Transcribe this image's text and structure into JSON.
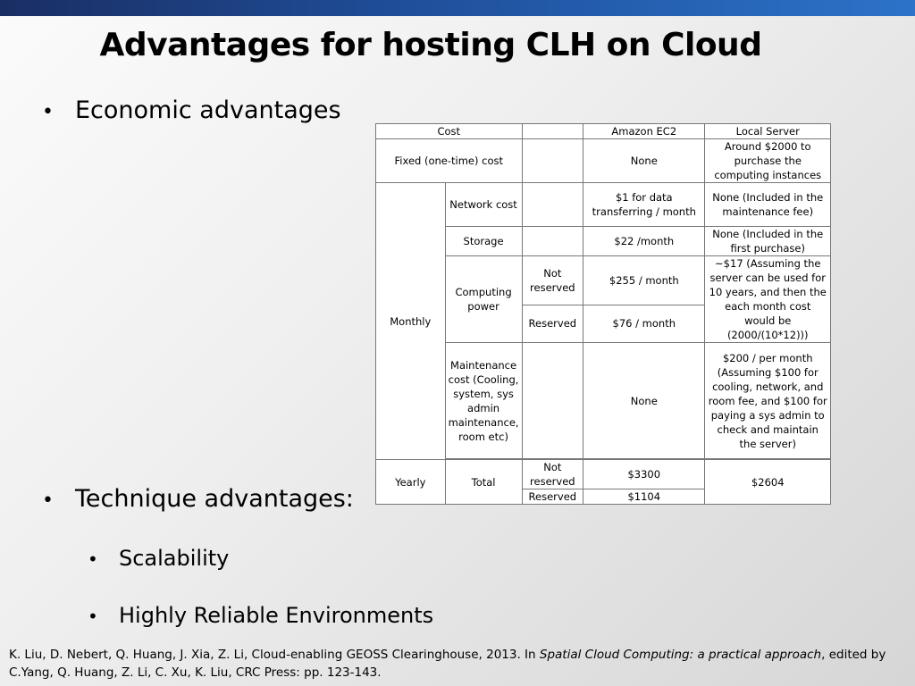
{
  "slide": {
    "title": "Advantages for hosting CLH on Cloud",
    "bullets": {
      "economic": "Economic advantages",
      "technique": "Technique advantages:",
      "scalability": "Scalability",
      "reliable": "Highly Reliable Environments"
    },
    "bullet_glyph": "•"
  },
  "table": {
    "headers": {
      "cost": "Cost",
      "amazon": "Amazon EC2",
      "local": "Local Server"
    },
    "fixed": {
      "label": "Fixed (one-time) cost",
      "amazon": "None",
      "local": "Around $2000 to purchase the computing instances"
    },
    "monthly": {
      "label": "Monthly",
      "network": {
        "label": "Network cost",
        "amazon": "$1 for data transferring / month",
        "local": "None (Included in the maintenance fee)"
      },
      "storage": {
        "label": "Storage",
        "amazon": "$22  /month",
        "local": "None (Included in the first purchase)"
      },
      "computing": {
        "label": "Computing power",
        "not_reserved": "Not reserved",
        "not_reserved_amazon": "$255 / month",
        "reserved": "Reserved",
        "reserved_amazon": "$76 / month",
        "local": "~$17 (Assuming the server can be used for 10 years, and then the each month cost would be (2000/(10*12)))"
      },
      "maintenance": {
        "label": "Maintenance cost (Cooling, system, sys admin maintenance, room etc)",
        "amazon": "None",
        "local": "$200 / per month (Assuming $100 for cooling, network, and room fee, and $100 for paying a sys admin to check and maintain the server)"
      }
    },
    "yearly": {
      "label": "Yearly",
      "total": "Total",
      "not_reserved": "Not reserved",
      "not_reserved_amazon": "$3300",
      "reserved": "Reserved",
      "reserved_amazon": "$1104",
      "local": "$2604"
    }
  },
  "citation": {
    "prefix": "K. Liu, D. Nebert, Q. Huang, J. Xia, Z. Li, Cloud-enabling GEOSS  Clearinghouse, 2013. In ",
    "book": "Spatial Cloud Computing: a practical approach",
    "suffix": ", edited by C.Yang, Q. Huang, Z. Li, C. Xu, K. Liu, CRC Press: pp. 123-143."
  }
}
